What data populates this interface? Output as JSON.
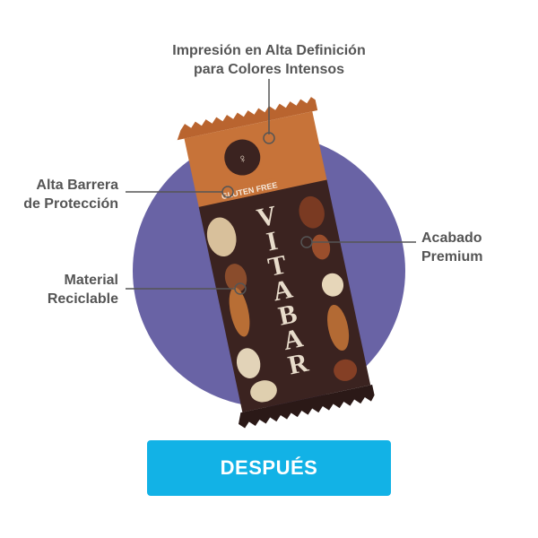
{
  "callouts": {
    "top": {
      "line1": "Impresión en Alta Definición",
      "line2": "para Colores Intensos"
    },
    "barrier": {
      "line1": "Alta Barrera",
      "line2": "de Protección"
    },
    "material": {
      "line1": "Material",
      "line2": "Reciclable"
    },
    "finish": {
      "line1": "Acabado",
      "line2": "Premium"
    }
  },
  "product": {
    "brand": "VITABAR",
    "badge": "GLUTEN FREE",
    "colors": {
      "header": "#c4703a",
      "body": "#3a2220",
      "text": "#e7d9c8"
    }
  },
  "colors": {
    "circle": "#6963a5",
    "cta": "#12b2e6",
    "callout_text": "#555555"
  },
  "cta": {
    "label": "DESPUÉS"
  }
}
